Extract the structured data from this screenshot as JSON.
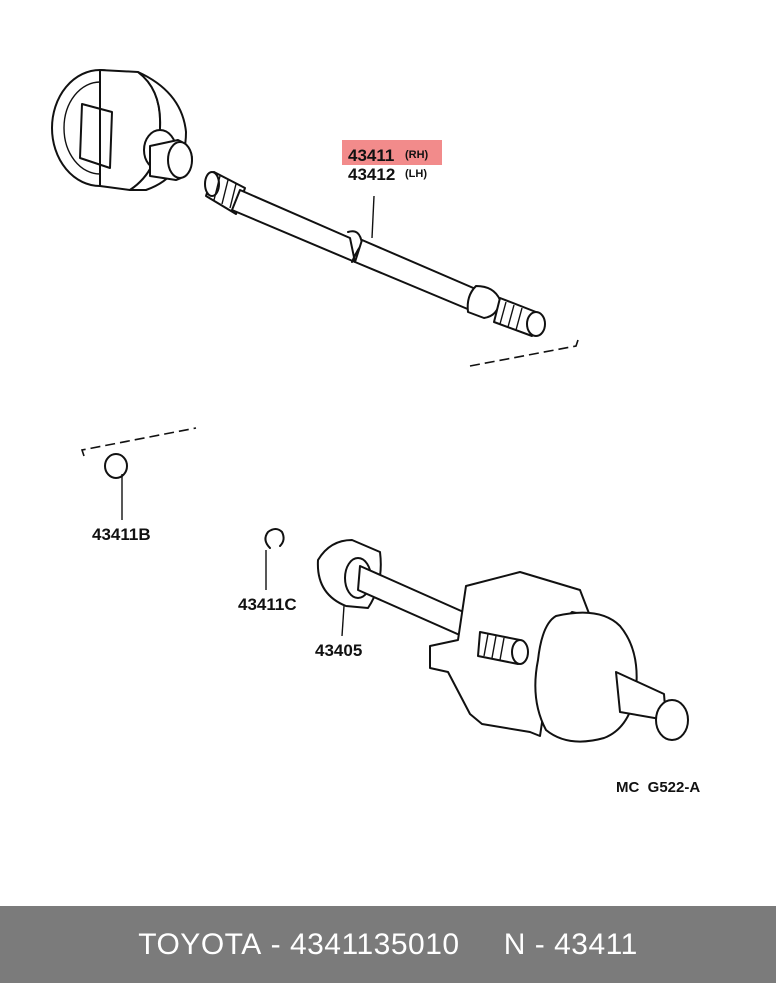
{
  "highlight_color": "#f28b8b",
  "labels": {
    "p43411": "43411",
    "rh": "(RH)",
    "p43412": "43412",
    "lh": "(LH)",
    "p43411b": "43411B",
    "p43411c": "43411C",
    "p43405": "43405",
    "diagram_code": "MC  G522-A"
  },
  "footer": {
    "brand": "TOYOTA",
    "sep1": " - ",
    "part_number": "4341135010",
    "gap": "     ",
    "ref_prefix": "N",
    "sep2": " - ",
    "ref_number": "43411"
  }
}
